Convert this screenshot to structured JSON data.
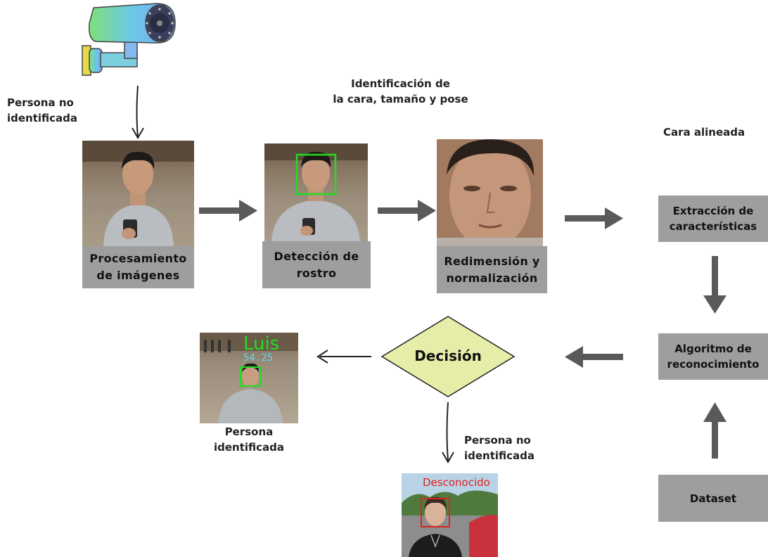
{
  "labels": {
    "input_note": "Persona no\nidentificada",
    "detection_note": "Identificación de\nla cara, tamaño y pose",
    "aligned_note": "Cara alineada",
    "identified_note": "Persona\nidentificada",
    "unidentified_note": "Persona no\nidentificada"
  },
  "steps": {
    "processing": "Procesamiento\nde imágenes",
    "detection": "Detección de\nrostro",
    "resize": "Redimensión y\nnormalización",
    "extraction": "Extracción de\ncaracterísticas",
    "recognition": "Algoritmo de\nreconocimiento",
    "dataset": "Dataset",
    "decision": "Decisión"
  },
  "overlays": {
    "known_name": "Luis",
    "known_score": "54.25",
    "unknown_name": "Desconocido"
  },
  "colors": {
    "box_gray": "#9e9e9e",
    "arrow_gray": "#5a5a5a",
    "diamond_fill": "#e6eda8",
    "detect_green": "#22dd22",
    "unknown_red": "#dd2222"
  },
  "icons": {
    "camera": "security-camera-icon"
  }
}
